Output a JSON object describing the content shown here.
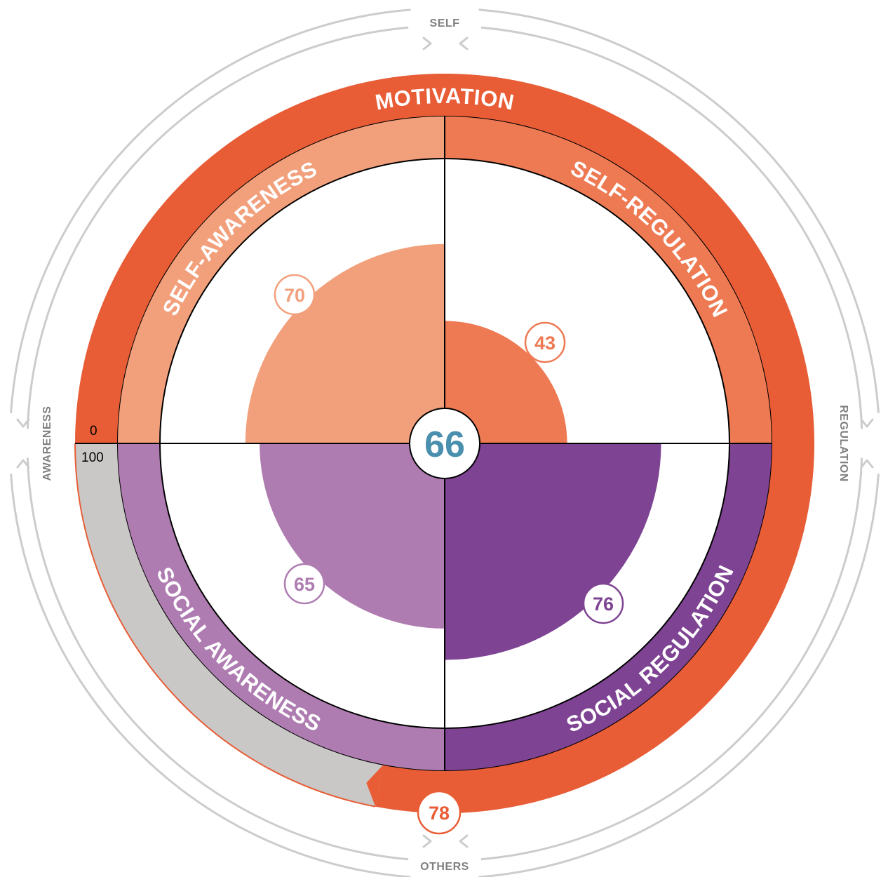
{
  "chart_data": {
    "type": "radial",
    "overall_score": 66,
    "outer_ring": {
      "label": "MOTIVATION",
      "value": 78,
      "color": "#E85D36"
    },
    "quadrants": [
      {
        "label": "SELF-AWARENESS",
        "value": 70,
        "fill_color": "#F2A07C",
        "band_color": "#F2A07C",
        "badge_color": "#F2A07C"
      },
      {
        "label": "SELF-REGULATION",
        "value": 43,
        "fill_color": "#EE7A54",
        "band_color": "#EE7A54",
        "badge_color": "#EE7A54"
      },
      {
        "label": "SOCIAL AWARENESS",
        "value": 65,
        "fill_color": "#AF7CB2",
        "band_color": "#AF7CB2",
        "badge_color": "#AF7CB2"
      },
      {
        "label": "SOCIAL REGULATION",
        "value": 76,
        "fill_color": "#7E4392",
        "band_color": "#7E4392",
        "badge_color": "#7E4392"
      }
    ],
    "scale": {
      "min_label": "0",
      "max_label": "100"
    },
    "axes": {
      "top": "SELF",
      "bottom": "OTHERS",
      "left": "AWARENESS",
      "right": "REGULATION"
    },
    "colors": {
      "center_text": "#4A8FAE",
      "arrow_gray": "#CCCCCC",
      "remainder_gray": "#C9C8C6",
      "axis_text": "#808080"
    }
  }
}
